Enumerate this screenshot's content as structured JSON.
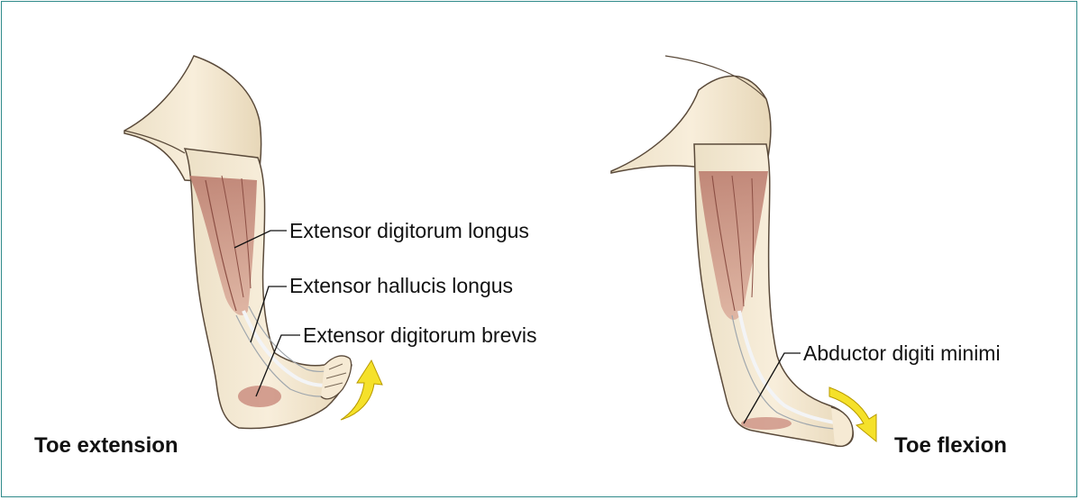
{
  "panels": [
    {
      "caption": "Toe extension",
      "labels": [
        "Extensor digitorum longus",
        "Extensor hallucis longus",
        "Extensor digitorum brevis"
      ],
      "arrow_direction": "up"
    },
    {
      "caption": "Toe flexion",
      "labels": [
        "Abductor digiti minimi"
      ],
      "arrow_direction": "down"
    }
  ],
  "colors": {
    "frame": "#2f8a8a",
    "skin": "#f5e6cc",
    "muscle": "#c98a7c",
    "tendon": "#eef0f2",
    "arrow": "#f5e12a",
    "leader_line": "#111111"
  }
}
